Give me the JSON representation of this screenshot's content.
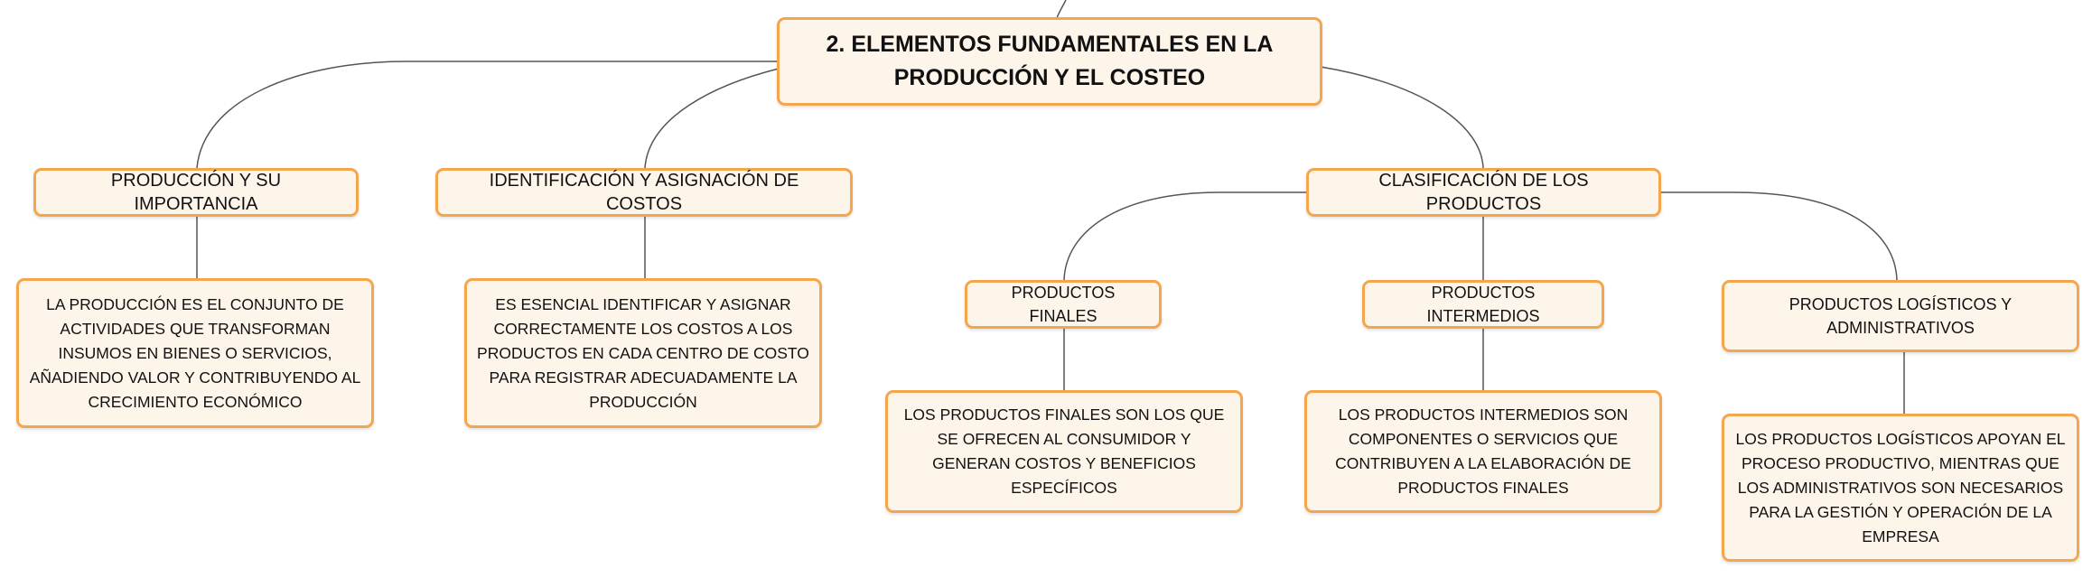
{
  "root": {
    "title": "2. ELEMENTOS FUNDAMENTALES EN LA PRODUCCIÓN Y EL COSTEO"
  },
  "branches": {
    "produccion": {
      "title": "PRODUCCIÓN Y SU IMPORTANCIA",
      "description": "LA PRODUCCIÓN ES EL CONJUNTO DE ACTIVIDADES QUE TRANSFORMAN INSUMOS EN BIENES O SERVICIOS, AÑADIENDO VALOR Y CONTRIBUYENDO AL CRECIMIENTO ECONÓMICO"
    },
    "identificacion": {
      "title": "IDENTIFICACIÓN Y ASIGNACIÓN DE COSTOS",
      "description": "ES ESENCIAL IDENTIFICAR Y ASIGNAR CORRECTAMENTE LOS COSTOS A LOS PRODUCTOS EN CADA CENTRO DE COSTO PARA REGISTRAR ADECUADAMENTE LA PRODUCCIÓN"
    },
    "clasificacion": {
      "title": "CLASIFICACIÓN DE LOS PRODUCTOS",
      "finales": {
        "title": "PRODUCTOS FINALES",
        "description": "LOS PRODUCTOS FINALES SON LOS QUE SE OFRECEN AL CONSUMIDOR Y GENERAN COSTOS Y BENEFICIOS ESPECÍFICOS"
      },
      "intermedios": {
        "title": "PRODUCTOS INTERMEDIOS",
        "description": "LOS PRODUCTOS INTERMEDIOS SON COMPONENTES O SERVICIOS QUE CONTRIBUYEN A LA ELABORACIÓN DE PRODUCTOS FINALES"
      },
      "logisticos": {
        "title": "PRODUCTOS LOGÍSTICOS Y ADMINISTRATIVOS",
        "description": "LOS PRODUCTOS LOGÍSTICOS APOYAN EL PROCESO PRODUCTIVO, MIENTRAS QUE LOS ADMINISTRATIVOS SON NECESARIOS PARA LA GESTIÓN Y OPERACIÓN DE LA EMPRESA"
      }
    }
  },
  "colors": {
    "node_fill": "#fef5ea",
    "node_border": "#f3a64c",
    "connector": "#555555"
  }
}
